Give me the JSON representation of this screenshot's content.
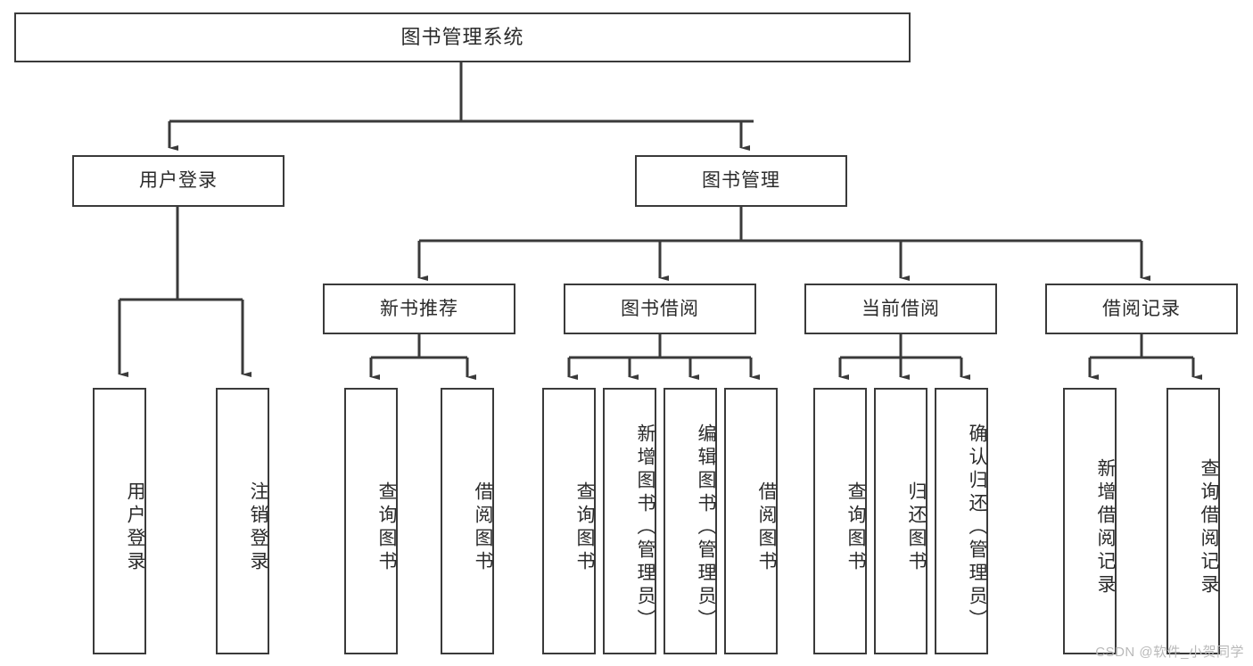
{
  "diagram": {
    "title": "图书管理系统",
    "type": "tree-hierarchy-diagram",
    "watermark": "CSDN @软件_小贺同学",
    "colors": {
      "stroke": "#3a3a3a",
      "text": "#2b2b2b",
      "background": "#ffffff",
      "watermark": "#b9b9b9"
    },
    "nodes": {
      "root": {
        "label": "图书管理系统",
        "level": 0
      },
      "level1": [
        {
          "id": "user-login",
          "label": "用户登录"
        },
        {
          "id": "book-management",
          "label": "图书管理"
        }
      ],
      "level2": [
        {
          "id": "new-book-recommend",
          "label": "新书推荐",
          "parent": "book-management"
        },
        {
          "id": "book-borrow",
          "label": "图书借阅",
          "parent": "book-management"
        },
        {
          "id": "current-borrow",
          "label": "当前借阅",
          "parent": "book-management"
        },
        {
          "id": "borrow-record",
          "label": "借阅记录",
          "parent": "book-management"
        }
      ],
      "leaves": {
        "user-login": [
          {
            "id": "leaf-user-login",
            "label": "用户登录"
          },
          {
            "id": "leaf-logout-login",
            "label": "注销登录"
          }
        ],
        "new-book-recommend": [
          {
            "id": "leaf-query-book-1",
            "label": "查询图书"
          },
          {
            "id": "leaf-borrow-book-1",
            "label": "借阅图书"
          }
        ],
        "book-borrow": [
          {
            "id": "leaf-query-book-2",
            "label": "查询图书"
          },
          {
            "id": "leaf-add-book",
            "label": "新增图书（管理员）"
          },
          {
            "id": "leaf-edit-book",
            "label": "编辑图书（管理员）"
          },
          {
            "id": "leaf-borrow-book-2",
            "label": "借阅图书"
          }
        ],
        "current-borrow": [
          {
            "id": "leaf-query-book-3",
            "label": "查询图书"
          },
          {
            "id": "leaf-return-book",
            "label": "归还图书"
          },
          {
            "id": "leaf-confirm-return",
            "label": "确认归还（管理员）"
          }
        ],
        "borrow-record": [
          {
            "id": "leaf-add-record",
            "label": "新增借阅记录"
          },
          {
            "id": "leaf-query-record",
            "label": "查询借阅记录"
          }
        ]
      }
    }
  }
}
